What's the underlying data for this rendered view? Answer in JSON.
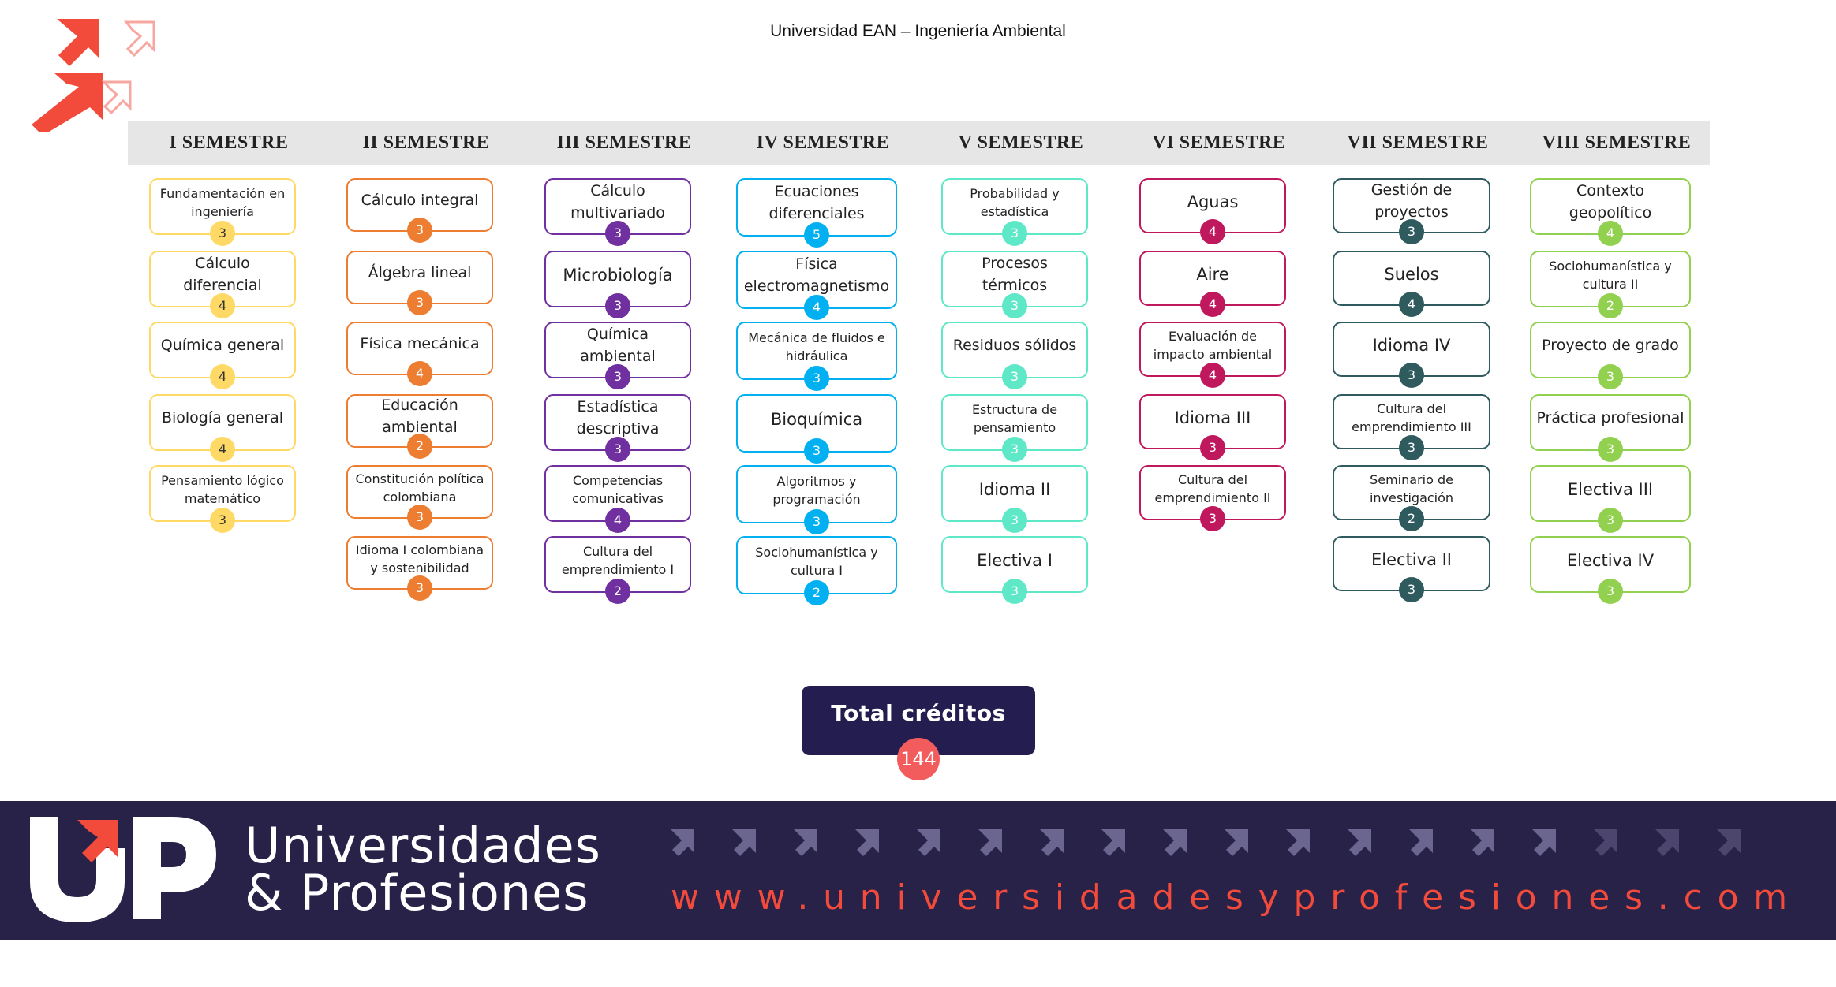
{
  "header": {
    "title": "Universidad EAN – Ingeniería Ambiental"
  },
  "colors": {
    "yellow": "#ffd966",
    "yellow_badge": "#ffd966",
    "orange": "#ed7d31",
    "purple": "#7030a0",
    "blue": "#00b0f0",
    "teal": "#5fe8c8",
    "crimson": "#c0185c",
    "dark_teal": "#2f5b5f",
    "green": "#92d050",
    "total_bg": "#241d4f",
    "total_badge": "#f25c5c",
    "footer_bg": "#282248",
    "accent": "#f24b3b"
  },
  "semesters": [
    {
      "name": "I SEMESTRE",
      "courses": [
        {
          "name": "Fundamentación en ingeniería",
          "credits": "3"
        },
        {
          "name": "Cálculo diferencial",
          "credits": "4"
        },
        {
          "name": "Química general",
          "credits": "4"
        },
        {
          "name": "Biología general",
          "credits": "4"
        },
        {
          "name": "Pensamiento lógico matemático",
          "credits": "3"
        }
      ]
    },
    {
      "name": "II SEMESTRE",
      "courses": [
        {
          "name": "Cálculo integral",
          "credits": "3"
        },
        {
          "name": "Álgebra lineal",
          "credits": "3"
        },
        {
          "name": "Física mecánica",
          "credits": "4"
        },
        {
          "name": "Educación ambiental",
          "credits": "2"
        },
        {
          "name": "Constitución política colombiana",
          "credits": "3"
        },
        {
          "name": "Idioma I colombiana y sostenibilidad",
          "credits": "3"
        }
      ]
    },
    {
      "name": "III SEMESTRE",
      "courses": [
        {
          "name": "Cálculo multivariado",
          "credits": "3"
        },
        {
          "name": "Microbiología",
          "credits": "3"
        },
        {
          "name": "Química ambiental",
          "credits": "3"
        },
        {
          "name": "Estadística descriptiva",
          "credits": "3"
        },
        {
          "name": "Competencias comunicativas",
          "credits": "4"
        },
        {
          "name": "Cultura del emprendimiento I",
          "credits": "2"
        }
      ]
    },
    {
      "name": "IV SEMESTRE",
      "courses": [
        {
          "name": "Ecuaciones diferenciales",
          "credits": "5"
        },
        {
          "name": "Física electromagnetismo",
          "credits": "4"
        },
        {
          "name": "Mecánica de fluidos e hidráulica",
          "credits": "3"
        },
        {
          "name": "Bioquímica",
          "credits": "3"
        },
        {
          "name": "Algoritmos y programación",
          "credits": "3"
        },
        {
          "name": "Sociohumanística y cultura I",
          "credits": "2"
        }
      ]
    },
    {
      "name": "V SEMESTRE",
      "courses": [
        {
          "name": "Probabilidad y estadística",
          "credits": "3"
        },
        {
          "name": "Procesos térmicos",
          "credits": "3"
        },
        {
          "name": "Residuos sólidos",
          "credits": "3"
        },
        {
          "name": "Estructura de pensamiento",
          "credits": "3"
        },
        {
          "name": "Idioma II",
          "credits": "3"
        },
        {
          "name": "Electiva I",
          "credits": "3"
        }
      ]
    },
    {
      "name": "VI SEMESTRE",
      "courses": [
        {
          "name": "Aguas",
          "credits": "4"
        },
        {
          "name": "Aire",
          "credits": "4"
        },
        {
          "name": "Evaluación de impacto ambiental",
          "credits": "4"
        },
        {
          "name": "Idioma III",
          "credits": "3"
        },
        {
          "name": "Cultura del emprendimiento II",
          "credits": "3"
        }
      ]
    },
    {
      "name": "VII SEMESTRE",
      "courses": [
        {
          "name": "Gestión de proyectos",
          "credits": "3"
        },
        {
          "name": "Suelos",
          "credits": "4"
        },
        {
          "name": "Idioma IV",
          "credits": "3"
        },
        {
          "name": "Cultura del emprendimiento III",
          "credits": "3"
        },
        {
          "name": "Seminario de investigación",
          "credits": "2"
        },
        {
          "name": "Electiva II",
          "credits": "3"
        }
      ]
    },
    {
      "name": "VIII SEMESTRE",
      "courses": [
        {
          "name": "Contexto geopolítico",
          "credits": "4"
        },
        {
          "name": "Sociohumanística y cultura II",
          "credits": "2"
        },
        {
          "name": "Proyecto de grado",
          "credits": "3"
        },
        {
          "name": "Práctica profesional",
          "credits": "3"
        },
        {
          "name": "Electiva III",
          "credits": "3"
        },
        {
          "name": "Electiva IV",
          "credits": "3"
        }
      ]
    }
  ],
  "total": {
    "label": "Total créditos",
    "value": "144"
  },
  "footer": {
    "brand_line1": "Universidades",
    "brand_line2": "& Profesiones",
    "logo_letters": "UP",
    "website": "www.universidadesyprofesiones.com"
  }
}
